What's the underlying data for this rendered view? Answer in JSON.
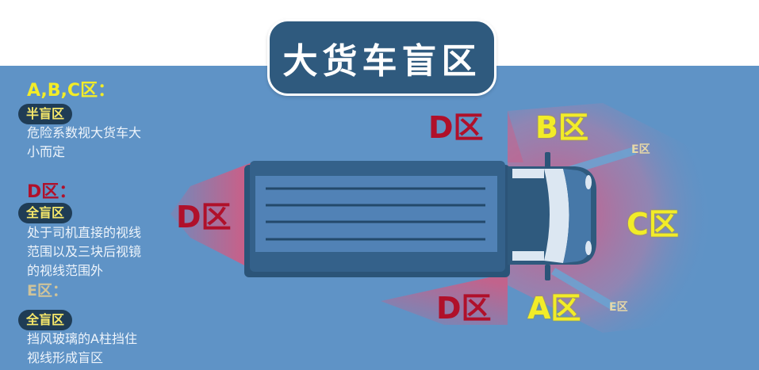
{
  "title": "大货车盲区",
  "legend": [
    {
      "heading": "A,B,C区：",
      "heading_color": "#f2ec28",
      "badge": "半盲区",
      "description": [
        "危险系数视大货车大",
        "小而定"
      ]
    },
    {
      "heading": "D区：",
      "heading_color": "#b0102a",
      "badge": "全盲区",
      "description": [
        "处于司机直接的视线",
        "范围以及三块后视镜",
        "的视线范围外"
      ]
    },
    {
      "heading": "E区：",
      "heading_color": "#cfc39a",
      "badge": "全盲区",
      "description": [
        "挡风玻璃的A柱挡住",
        "视线形成盲区"
      ]
    }
  ],
  "zones": {
    "d_top": "D区",
    "d_rear": "D区",
    "d_bottom": "D区",
    "a": "A区",
    "b": "B区",
    "c": "C区",
    "e_top": "E区",
    "e_bottom": "E区"
  },
  "colors": {
    "background": "#5f93c6",
    "title_box": "#2f5a7e",
    "truck_body": "#2f5a7e",
    "cargo_bed": "#5182b6",
    "blind_zone": "#d45a7f",
    "zone_red": "#b0102a",
    "zone_yellow": "#f2ec28"
  }
}
